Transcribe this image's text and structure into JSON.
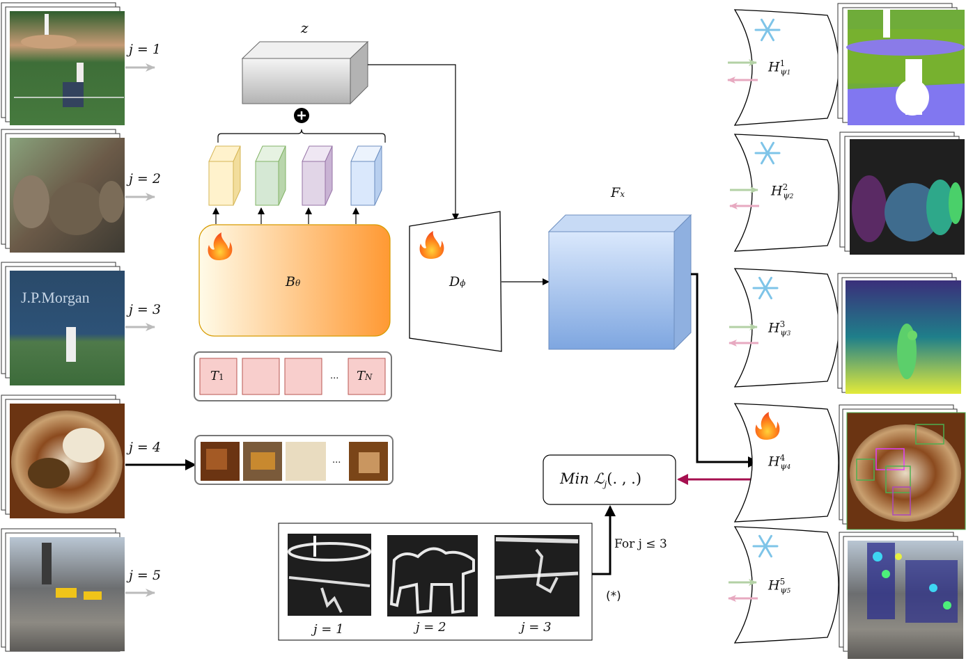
{
  "inputs": {
    "labels": [
      "j = 1",
      "j = 2",
      "j = 3",
      "j = 4",
      "j = 5"
    ]
  },
  "latent": {
    "label": "z"
  },
  "plus_symbol": "+",
  "backbone": {
    "symbol": "B",
    "subscript": "θ",
    "emoji": "🔥"
  },
  "tokens": {
    "first": "T",
    "first_sub": "1",
    "ellipsis": "...",
    "last": "T",
    "last_sub": "N"
  },
  "patches": {
    "ellipsis": "..."
  },
  "decoder": {
    "symbol": "D",
    "subscript": "ϕ",
    "emoji": "🔥"
  },
  "features": {
    "symbol": "F",
    "subscript": "x"
  },
  "heads": [
    {
      "symbol": "H",
      "sup": "1",
      "sub": "ψ",
      "subsub": "1",
      "icon": "❄",
      "state": "frozen"
    },
    {
      "symbol": "H",
      "sup": "2",
      "sub": "ψ",
      "subsub": "2",
      "icon": "❄",
      "state": "frozen"
    },
    {
      "symbol": "H",
      "sup": "3",
      "sub": "ψ",
      "subsub": "3",
      "icon": "❄",
      "state": "frozen"
    },
    {
      "symbol": "H",
      "sup": "4",
      "sub": "ψ",
      "subsub": "4",
      "icon": "🔥",
      "state": "trainable"
    },
    {
      "symbol": "H",
      "sup": "5",
      "sub": "ψ",
      "subsub": "5",
      "icon": "❄",
      "state": "frozen"
    }
  ],
  "loss": {
    "text": "Min  ℒ",
    "sub": "j",
    "args": "(. , .)"
  },
  "condition": "For j ≤ 3",
  "asterisk": "(*)",
  "edge_maps": {
    "labels": [
      "j = 1",
      "j = 2",
      "j = 3"
    ]
  },
  "colors": {
    "feature_yellow": "#fff2cc",
    "feature_green": "#d5e8d4",
    "feature_purple": "#e1d5e7",
    "feature_blue": "#dae8fc",
    "backbone_orange": "#ff9933",
    "token_pink": "#f8cecc",
    "token_red": "#b85450",
    "cube_blue": "#a9c4eb",
    "loss_arrow": "#a50f4f",
    "grad_green": "#b3d1a5",
    "grad_pink": "#e7a9c0"
  }
}
